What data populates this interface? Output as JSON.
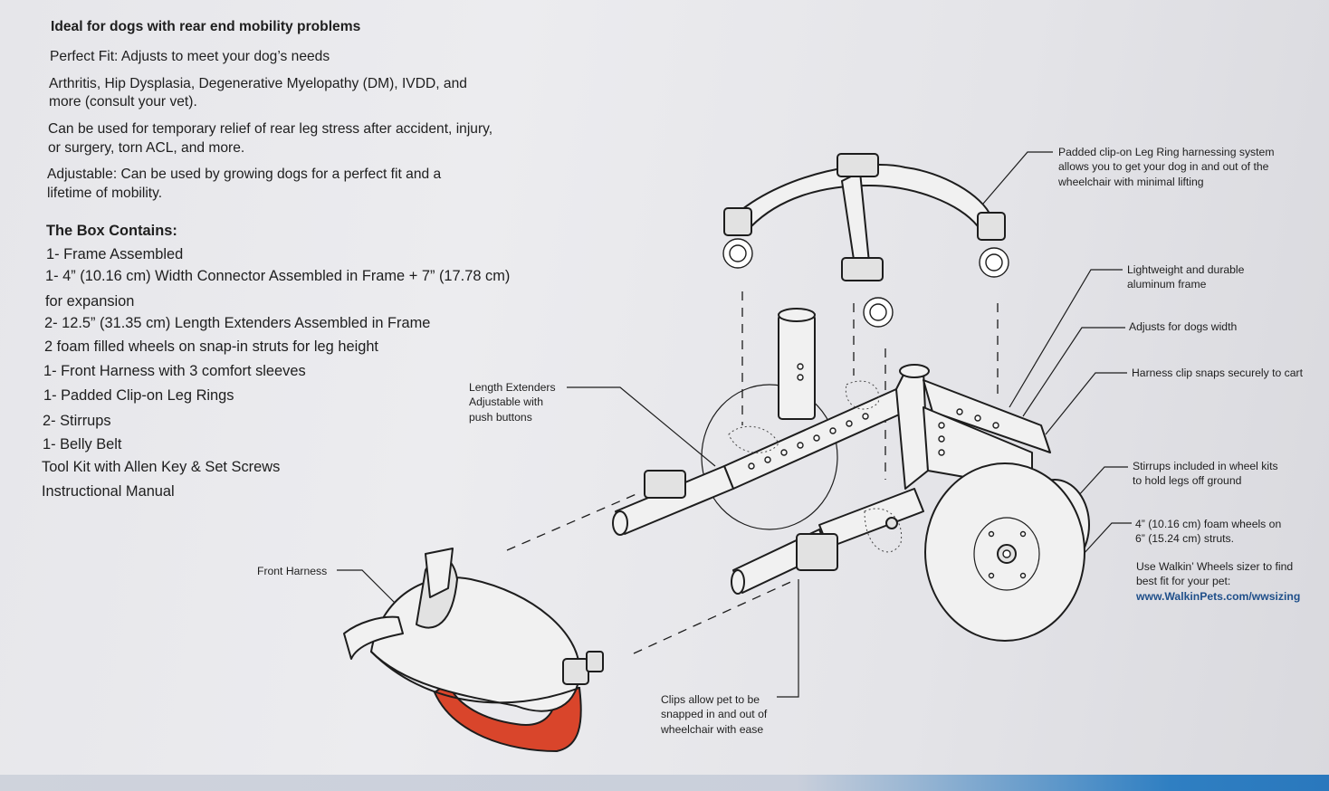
{
  "intro": {
    "heading": "Ideal for dogs with rear end mobility problems",
    "p1": "Perfect Fit: Adjusts to meet your dog’s needs",
    "p2a": "Arthritis, Hip Dysplasia, Degenerative Myelopathy (DM), IVDD, and",
    "p2b": "more (consult your vet).",
    "p3a": "Can be used for temporary relief of rear leg stress after accident, injury,",
    "p3b": "or surgery, torn ACL, and more.",
    "p4a": "Adjustable: Can be used by growing dogs for a perfect fit and a",
    "p4b": "lifetime of mobility."
  },
  "box": {
    "heading": "The Box Contains:",
    "items": [
      "1- Frame Assembled",
      "1- 4” (10.16 cm) Width Connector Assembled in Frame + 7” (17.78 cm)",
      "for expansion",
      "2- 12.5” (31.35 cm) Length Extenders Assembled in Frame",
      "2 foam filled wheels on snap-in struts for leg height",
      "1- Front Harness with 3 comfort sleeves",
      "1- Padded Clip-on Leg Rings",
      "2- Stirrups",
      "1- Belly Belt",
      "Tool Kit with Allen Key & Set Screws",
      "Instructional Manual"
    ]
  },
  "callouts": {
    "leg_ring": [
      "Padded clip-on Leg Ring harnessing system",
      "allows you to get your dog in and out of the",
      "wheelchair with minimal lifting"
    ],
    "frame": [
      "Lightweight and durable",
      "aluminum frame"
    ],
    "width": [
      "Adjusts for dogs width"
    ],
    "clip": [
      "Harness clip snaps securely to cart"
    ],
    "stirrups": [
      "Stirrups included in wheel kits",
      "to hold legs off ground"
    ],
    "wheels": [
      "4” (10.16 cm) foam wheels on",
      "6” (15.24 cm) struts."
    ],
    "sizer": [
      "Use Walkin’ Wheels sizer to find",
      "best fit for your pet:"
    ],
    "url": "www.WalkinPets.com/wwsizing",
    "length": [
      "Length Extenders",
      "Adjustable with",
      "push buttons"
    ],
    "front_harness": "Front Harness",
    "clips_pet": [
      "Clips allow pet to be",
      "snapped in and out of",
      "wheelchair with ease"
    ]
  },
  "colors": {
    "harness_strap": "#d9452b",
    "url_text": "#1f4f8a",
    "accent_band": "#2a78bd"
  }
}
